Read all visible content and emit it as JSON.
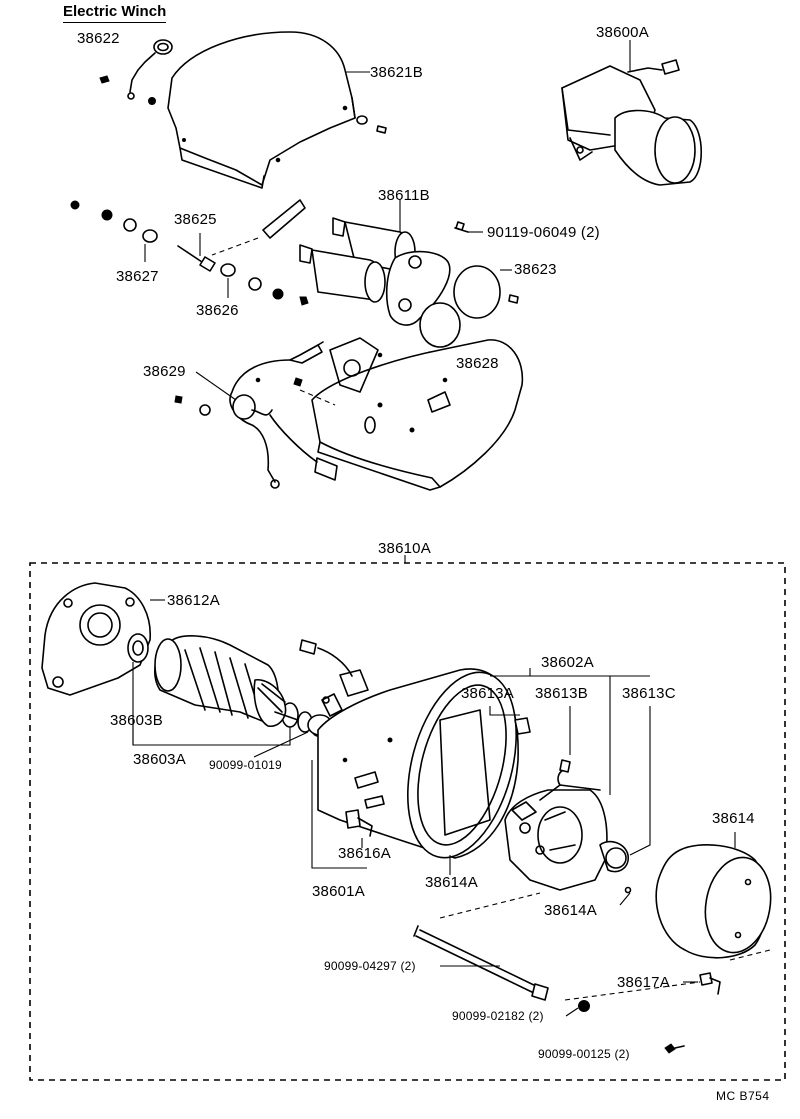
{
  "title": "Electric Winch",
  "code": "MC  B754",
  "labels": {
    "p38622": "38622",
    "p38621B": "38621B",
    "p38600A": "38600A",
    "p38611B": "38611B",
    "p38625": "38625",
    "p38627": "38627",
    "p38626": "38626",
    "p90119": "90119-06049 (2)",
    "p38623": "38623",
    "p38628": "38628",
    "p38629": "38629",
    "p38610A": "38610A",
    "p38612A": "38612A",
    "p38603B": "38603B",
    "p38603A": "38603A",
    "p90099_01019": "90099-01019",
    "p38602A": "38602A",
    "p38613A": "38613A",
    "p38613B": "38613B",
    "p38613C": "38613C",
    "p38616A": "38616A",
    "p38601A": "38601A",
    "p38614A_1": "38614A",
    "p38614A_2": "38614A",
    "p38614": "38614",
    "p90099_04297": "90099-04297 (2)",
    "p38617A": "38617A",
    "p90099_02182": "90099-02182 (2)",
    "p90099_00125": "90099-00125 (2)"
  }
}
